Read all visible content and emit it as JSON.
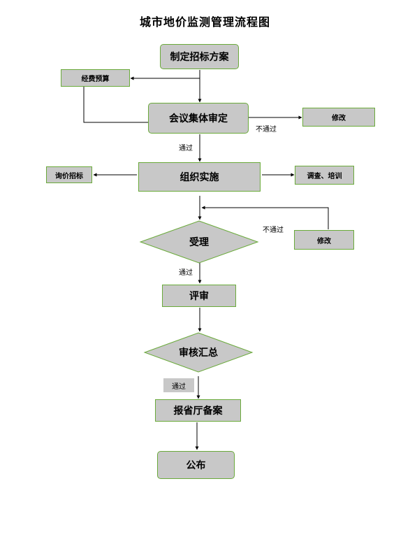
{
  "title": "城市地价监测管理流程图",
  "nodes": {
    "plan": "制定招标方案",
    "budget": "经费预算",
    "meeting": "会议集体审定",
    "modify1": "修改",
    "organize": "组织实施",
    "inquiry": "询价招标",
    "survey": "调查、培训",
    "accept": "受理",
    "modify2": "修改",
    "review": "评审",
    "summary": "审核汇总",
    "filing": "报省厅备案",
    "publish": "公布"
  },
  "labels": {
    "pass1": "通过",
    "fail1": "不通过",
    "fail2": "不通过",
    "pass2": "通过",
    "pass3": "通过"
  },
  "colors": {
    "fill": "#c8c8c8",
    "border": "#6aaa3a",
    "line": "#000000"
  }
}
